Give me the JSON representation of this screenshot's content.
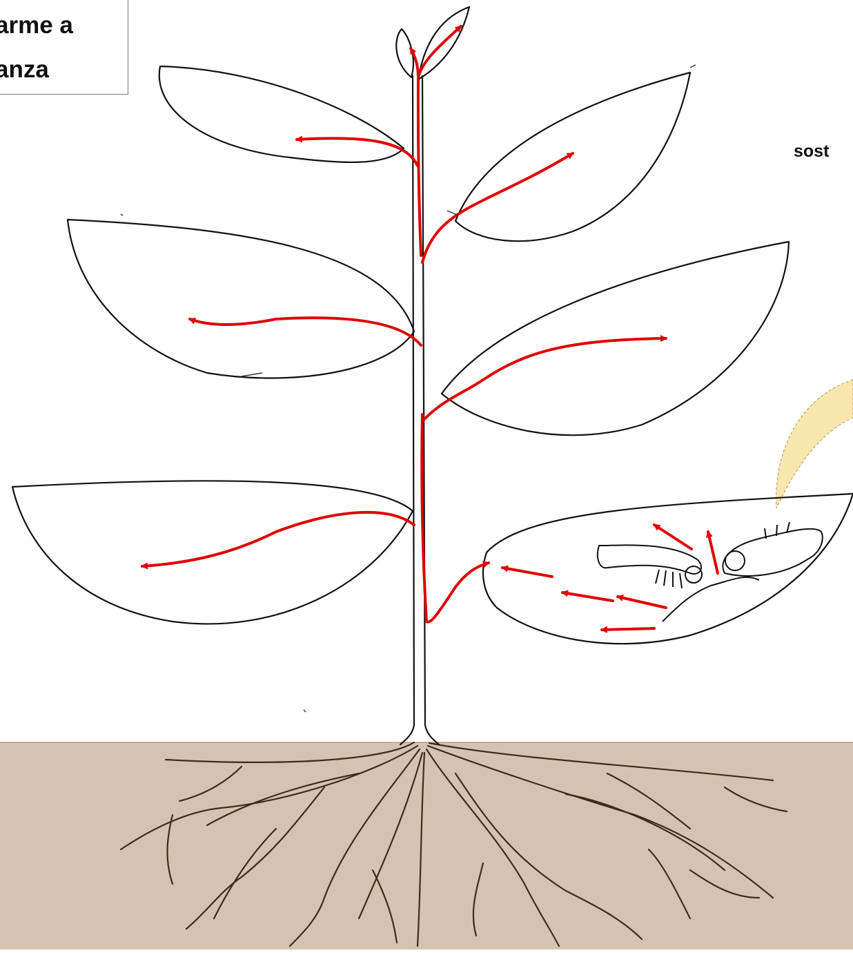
{
  "alarm_label": {
    "line1": "arme a",
    "line2": "anza"
  },
  "side_label": "sost",
  "colors": {
    "soil": "#d5c3b2",
    "soil_border": "#c49a80",
    "root": "#3a2b20",
    "outline": "#111111",
    "flow_arrow": "#e00000",
    "bubble_fill": "#f8e7ad",
    "bubble_border": "#b9a26a"
  },
  "icons": {
    "flow_arrow": "red-arrow-icon",
    "insect": "caterpillar-icon"
  }
}
